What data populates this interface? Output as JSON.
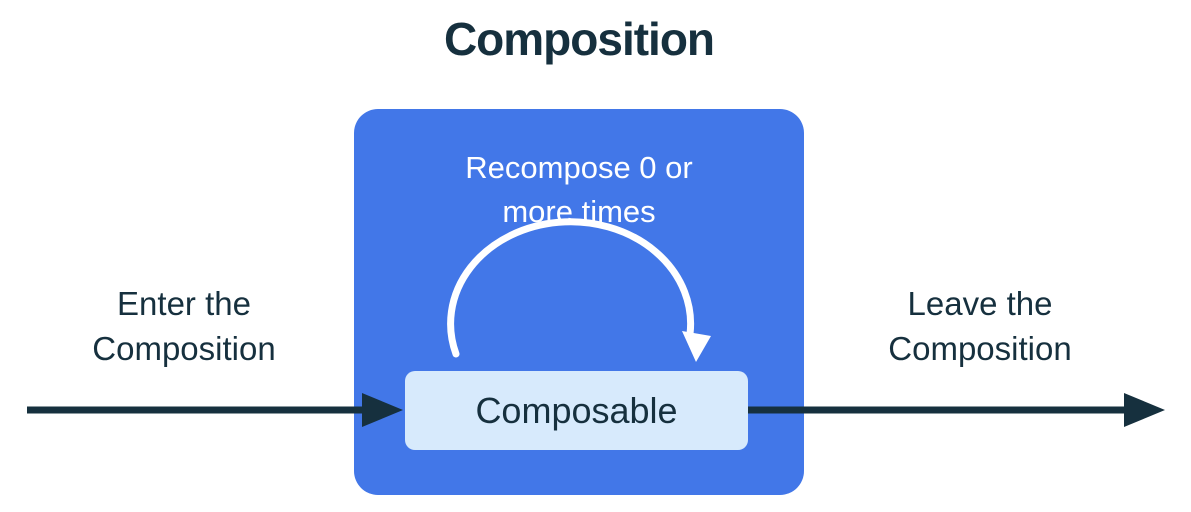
{
  "diagram": {
    "title": "Composition",
    "composition_box": {
      "recompose_line1": "Recompose 0 or",
      "recompose_line2": "more times",
      "composable_label": "Composable"
    },
    "enter": {
      "line1": "Enter the",
      "line2": "Composition"
    },
    "leave": {
      "line1": "Leave the",
      "line2": "Composition"
    }
  },
  "icons": {
    "enter_arrow": "right-arrow",
    "leave_arrow": "right-arrow",
    "recompose_arrow": "clockwise-arc-arrow"
  },
  "colors": {
    "page_background": "#FFFFFF",
    "composition_box_fill": "#4277E8",
    "composable_box_fill": "#D7EAFC",
    "dark_navy_text_and_arrows": "#16303E",
    "white_text_and_arc": "#FFFFFF"
  }
}
